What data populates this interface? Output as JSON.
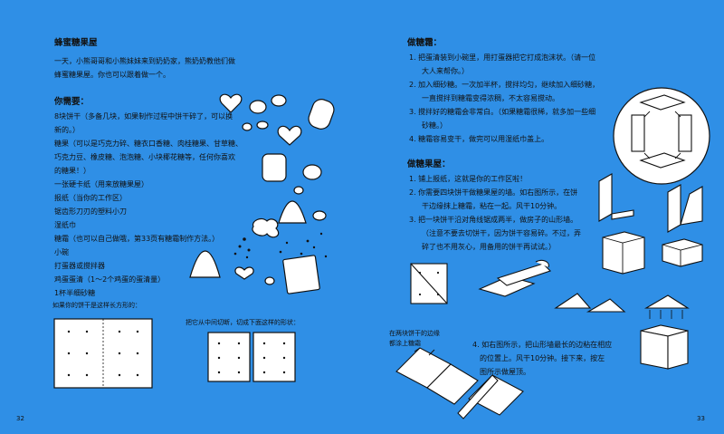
{
  "left": {
    "title": "蜂蜜糖果屋",
    "intro": [
      "一天，小熊哥哥和小熊妹妹来到奶奶家，熊奶奶教他们做",
      "蜂蜜糖果屋。你也可以跟着做一个。"
    ],
    "needs_heading": "你需要：",
    "needs": [
      "8块饼干（多备几块，如果制作过程中饼干碎了，可以换",
      "新的。）",
      "糖果（可以是巧克力碎、糖衣口香糖、肉桂糖果、甘草糖、",
      "巧克力豆、橡皮糖、泡泡糖、小块椰花糖等，任何你喜欢",
      "的糖果！）",
      "一张硬卡纸（用来放糖果屋）",
      "报纸（当你的工作区）",
      "锯齿形刀刃的塑料小刀",
      "湿纸巾",
      "糖霜（也可以自己做哦，第33页有糖霜制作方法。）",
      "小碗",
      "打蛋器或搅拌器",
      "鸡蛋蛋清（1～2个鸡蛋的蛋清量）",
      "1杯半细砂糖"
    ],
    "caption_rect": "如果你的饼干是这样长方形的：",
    "caption_cut": "把它从中间切断，切成下面这样的形状：",
    "page_number": "32"
  },
  "right": {
    "frosting_heading": "做糖霜：",
    "frosting": [
      "1. 把蛋清装到小碗里，用打蛋器把它打成泡沫状。（请一位",
      "大人来帮你。）",
      "2. 加入细砂糖。一次加半杯，搅拌均匀，继续加入细砂糖，",
      "一直搅拌到糖霜变得浓稠，不太容易搅动。",
      "3. 搅拌好的糖霜会非常白。（如果糖霜很稀，就多加一些细",
      "砂糖。）",
      "4. 糖霜容易变干，做完可以用湿纸巾盖上。"
    ],
    "house_heading": "做糖果屋：",
    "house": [
      "1. 铺上报纸，这就是你的工作区啦！",
      "2. 你需要四块饼干做糖果屋的墙。如右图所示，在饼",
      "干边缘抹上糖霜，粘在一起。风干10分钟。",
      "3. 把一块饼干沿对角线锯成两半，做房子的山形墙。",
      "（注意不要去切饼干，因为饼干容易碎。不过，弄",
      "碎了也不用灰心，用备用的饼干再试试。）"
    ],
    "step4": [
      "4. 如右图所示，把山形墙最长的边粘在相应",
      "的位置上。风干10分钟。接下来，按左",
      "图所示做屋顶。"
    ],
    "roof_caption": [
      "在两块饼干的边缘",
      "都涂上糖霜"
    ],
    "page_number": "33"
  },
  "colors": {
    "background": "#2f8fe6",
    "ink": "#111111",
    "paper": "#ffffff"
  }
}
